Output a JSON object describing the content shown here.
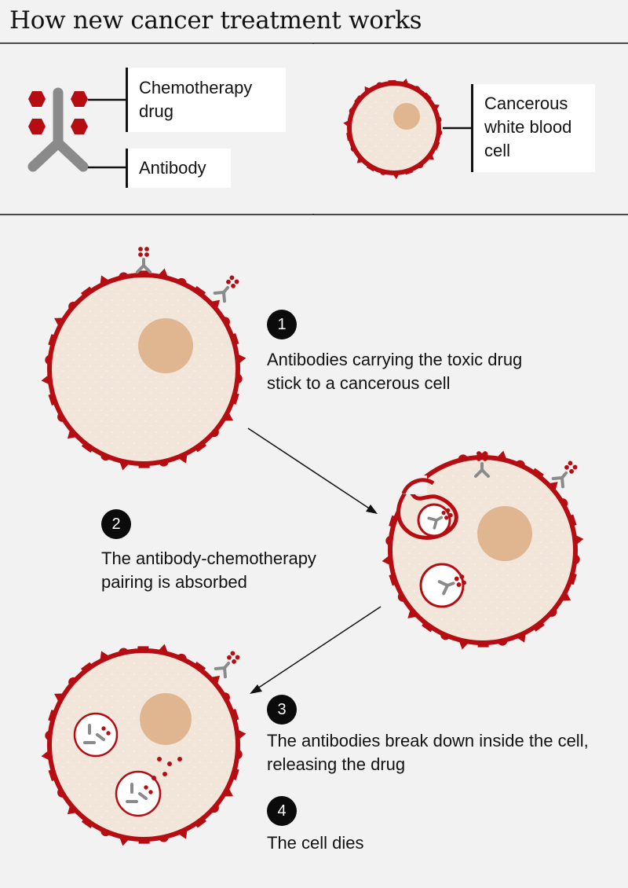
{
  "title": "How new cancer treatment works",
  "legend": {
    "chemo_label": "Chemotherapy drug",
    "antibody_label": "Antibody",
    "cell_label": "Cancerous white blood cell"
  },
  "steps": [
    {
      "number": "1",
      "text": "Antibodies carrying the toxic drug stick to a cancerous cell"
    },
    {
      "number": "2",
      "text": "The antibody-chemotherapy pairing is absorbed"
    },
    {
      "number": "3",
      "text": "The antibodies break down inside the cell, releasing the drug"
    },
    {
      "number": "4",
      "text": "The cell dies"
    }
  ],
  "colors": {
    "drug_red": "#b50d12",
    "antibody_grey": "#8a8a8a",
    "cell_fill": "#f2e6da",
    "nucleus": "#dfb690",
    "background": "#f3f2f2"
  }
}
